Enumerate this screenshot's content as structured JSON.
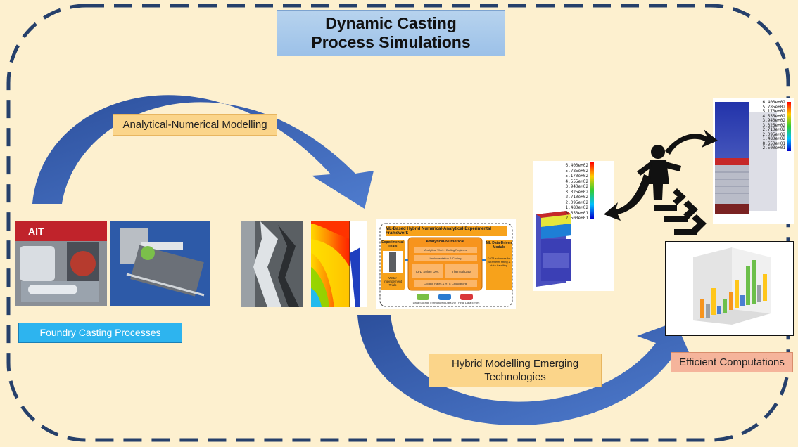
{
  "title": {
    "line1": "Dynamic Casting",
    "line2": "Process Simulations"
  },
  "labels": {
    "analytical": "Analytical-Numerical Modelling",
    "foundry": "Foundry Casting Processes",
    "hybrid_line1": "Hybrid Modelling Emerging",
    "hybrid_line2": "Technologies",
    "efficient": "Efficient Computations"
  },
  "framework": {
    "title": "ML-Based Hybrid Numerical-Analytical-Experimental Framework",
    "left_title": "Experimental Trials",
    "left_sub": "Water Impingement Trials",
    "center_title": "Analytical-Numerical",
    "box1": "Analytical Work - Boiling Regimes",
    "box2": "Implementation & Coding",
    "box3a": "CFD Solver Dev.",
    "box3b": "Thermal Data",
    "box4": "Cooling Rates & HTC Calculations",
    "right_title": "ML Data-Driven Module",
    "right_sub": "DATA schemes for parameter fitting & data handling",
    "footer": "Data Storage | Structured Data I/O | Final Data Errors"
  },
  "legend_values": [
    "6.400e+02",
    "5.785e+02",
    "5.170e+02",
    "4.555e+02",
    "3.940e+02",
    "3.325e+02",
    "2.710e+02",
    "2.095e+02",
    "1.480e+02",
    "8.650e+01",
    "2.500e+01"
  ],
  "legend_values_left": [
    "6.400e+02",
    "5.785e+02",
    "5.170e+02",
    "4.555e+02",
    "3.940e+02",
    "3.325e+02",
    "2.710e+02",
    "2.095e+02",
    "1.480e+02",
    "8.650e+01",
    "2.500e+01"
  ],
  "colors": {
    "background": "#fdf0cf",
    "dash_border": "#26406b",
    "arrow_blue": "#3a62b3",
    "title_blue": "#a9c8eb"
  }
}
